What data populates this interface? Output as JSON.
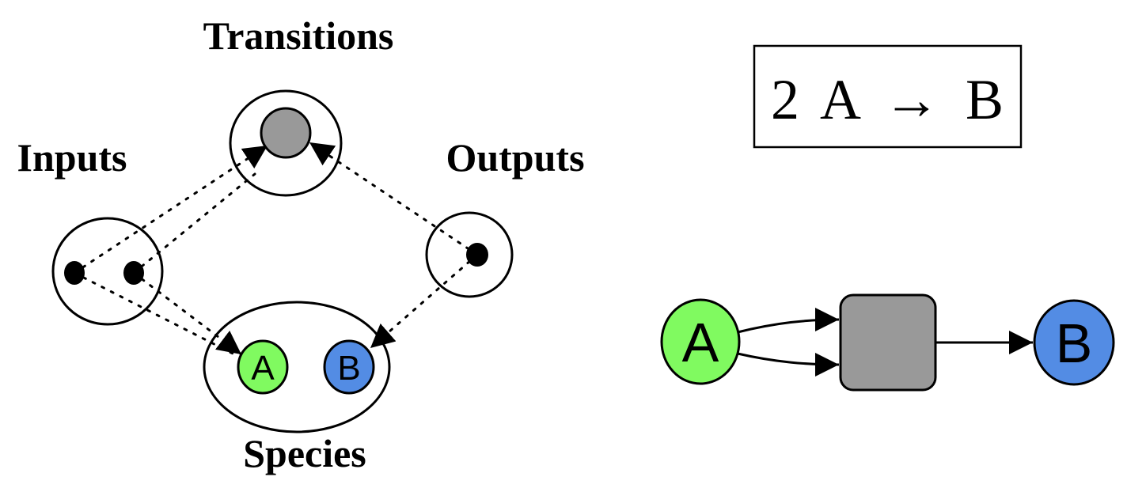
{
  "left_diagram": {
    "labels": {
      "transitions": "Transitions",
      "inputs": "Inputs",
      "outputs": "Outputs",
      "species": "Species"
    },
    "species_nodes": [
      {
        "letter": "A",
        "color": "#80fa60"
      },
      {
        "letter": "B",
        "color": "#538ce4"
      }
    ],
    "transition_color": "#999999"
  },
  "reaction": {
    "lhs_coefficient": "2",
    "lhs_species": "A",
    "arrow": "→",
    "rhs_species": "B",
    "text": "2 A → B"
  },
  "right_graph": {
    "source": {
      "letter": "A",
      "color": "#80fa60"
    },
    "target": {
      "letter": "B",
      "color": "#538ce4"
    },
    "transition_color": "#999999",
    "input_edge_count": 2,
    "output_edge_count": 1
  }
}
